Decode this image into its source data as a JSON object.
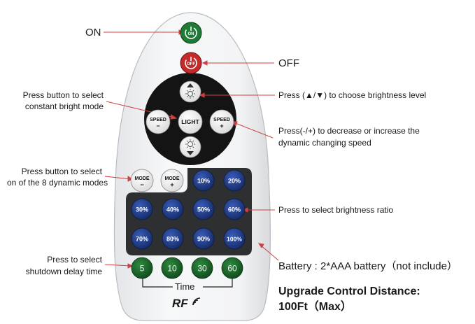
{
  "labels": {
    "on": "ON",
    "off": "OFF",
    "constant_mode_1": "Press button to select",
    "constant_mode_2": "constant bright mode",
    "brightness_level": "Press (▲/▼) to choose brightness level",
    "speed_1": "Press(-/+) to decrease or increase the",
    "speed_2": "dynamic changing speed",
    "dynamic_1": "Press button to select",
    "dynamic_2": "on of the 8 dynamic modes",
    "ratio": "Press to select brightness ratio",
    "delay_1": "Press to select",
    "delay_2": "shutdown delay time",
    "battery": "Battery : 2*AAA battery（not include）",
    "distance_1": "Upgrade Control Distance:",
    "distance_2": "100Ft（Max）"
  },
  "remote": {
    "on_button": "ON",
    "off_button": "OFF",
    "light_button": "LIGHT",
    "speed_label": "SPEED",
    "speed_minus": "−",
    "speed_plus": "+",
    "mode_label": "MODE",
    "mode_minus": "−",
    "mode_plus": "+",
    "brightness_ratios": [
      "10%",
      "20%",
      "30%",
      "40%",
      "50%",
      "60%",
      "70%",
      "80%",
      "90%",
      "100%"
    ],
    "timers": [
      "5",
      "10",
      "30",
      "60"
    ],
    "time_label": "Time",
    "brand": "RF"
  },
  "colors": {
    "remote_body": "#f4f5f6",
    "dpad": "#141414",
    "ratio_panel": "#2e2f31",
    "ratio_button": "#1f3b86",
    "timer_button": "#1f6a2e",
    "on_button": "#1f7a35",
    "off_button": "#c42a2a",
    "arrow_line": "#d04040"
  }
}
